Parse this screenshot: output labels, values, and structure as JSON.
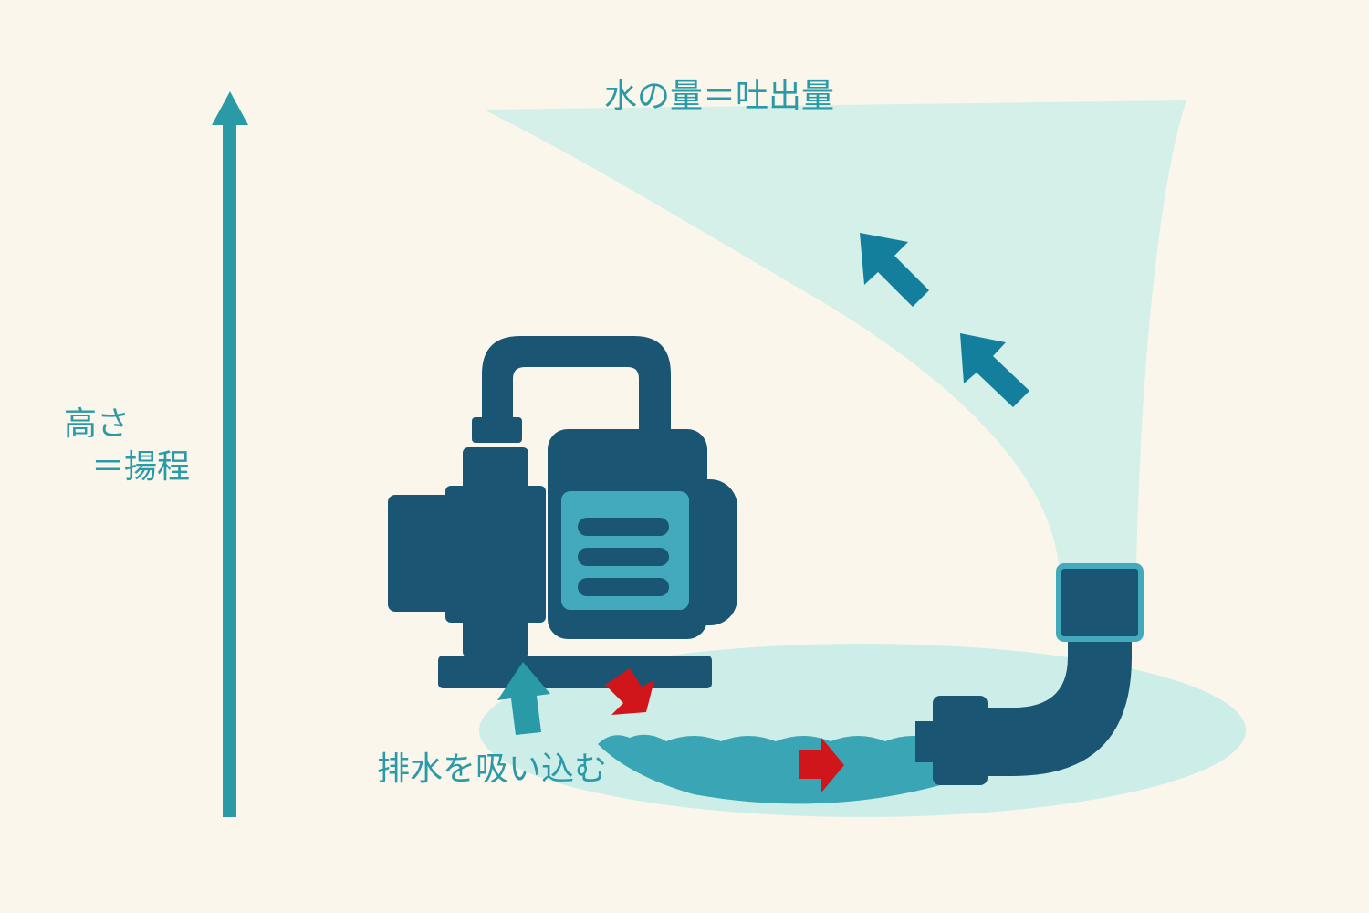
{
  "labels": {
    "flow": "水の量＝吐出量",
    "height_line1": "高さ",
    "height_line2": "＝揚程",
    "suction": "排水を吸い込む"
  },
  "colors": {
    "background": "#faf6ec",
    "pump": "#1a5674",
    "teal": "#2a9aa6",
    "panel": "#42aabc",
    "water_light": "#cdeee8",
    "water": "#3aa5b5",
    "red_arrow": "#d0161a",
    "flow_arrow": "#137f9c"
  }
}
